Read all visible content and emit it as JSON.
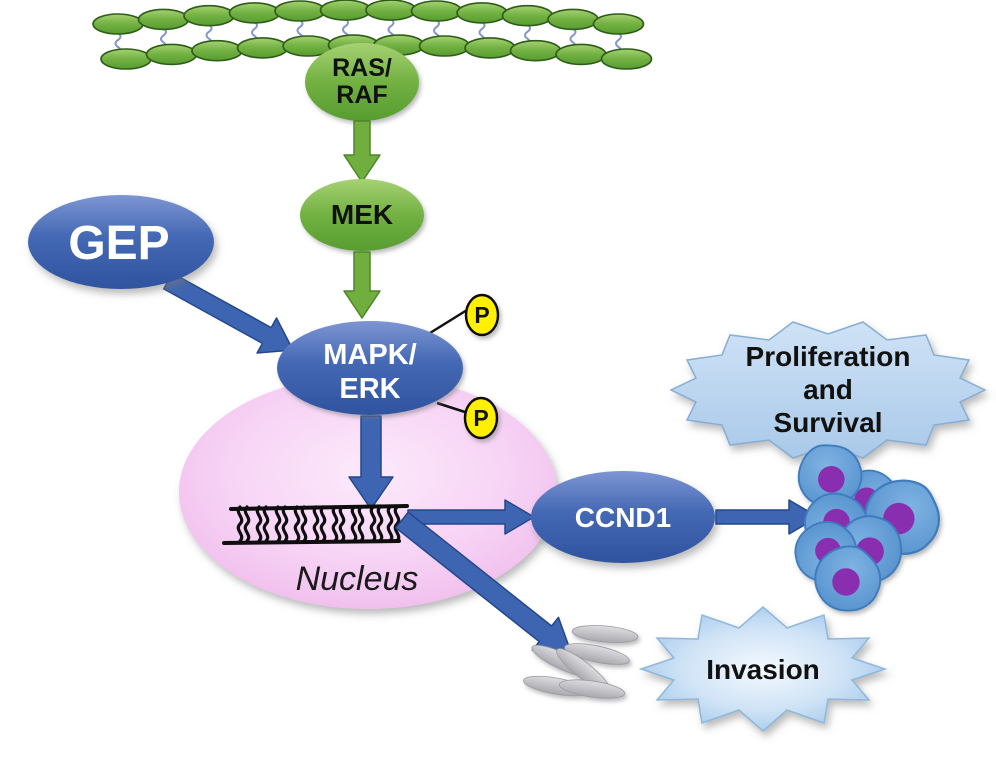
{
  "nodes": {
    "ras_raf": {
      "line1": "RAS/",
      "line2": "RAF",
      "fill": "#6cae3d"
    },
    "mek": {
      "label": "MEK",
      "fill": "#6cae3d"
    },
    "gep": {
      "label": "GEP",
      "fill": "#4166b2"
    },
    "mapk_erk": {
      "line1": "MAPK/",
      "line2": "ERK",
      "fill": "#4166b2"
    },
    "ccnd1": {
      "label": "CCND1",
      "fill": "#4166b2"
    },
    "phosphate": {
      "label": "P",
      "fill": "#fff000"
    }
  },
  "nucleus": {
    "label": "Nucleus",
    "fill": "#f6cef4"
  },
  "outcomes": {
    "proliferation": {
      "line1": "Proliferation",
      "line2": "and",
      "line3": "Survival",
      "fill": "#b7d3ee"
    },
    "invasion": {
      "label": "Invasion",
      "fill": "#b7d3ee"
    }
  },
  "icons": {
    "membrane": "lipid-bilayer-membrane-icon",
    "chromatin": "chromatin-dna-icon",
    "proliferating_cells": "tumor-cell-cluster-icon",
    "invading_cells": "spindle-cell-cluster-icon"
  },
  "colors": {
    "green_node": "#6cae3d",
    "blue_node": "#4166b2",
    "arrow_blue": "#3e65b2",
    "arrow_green": "#6fae3f",
    "nucleus_pink": "#f6cef4",
    "phosphate_yellow": "#fff000",
    "outcome_blue": "#b7d3ee",
    "cell_body_blue": "#5b9bd5",
    "cell_nucleus_purple": "#8a2fb0",
    "spindle_gray": "#b3b3b7"
  }
}
